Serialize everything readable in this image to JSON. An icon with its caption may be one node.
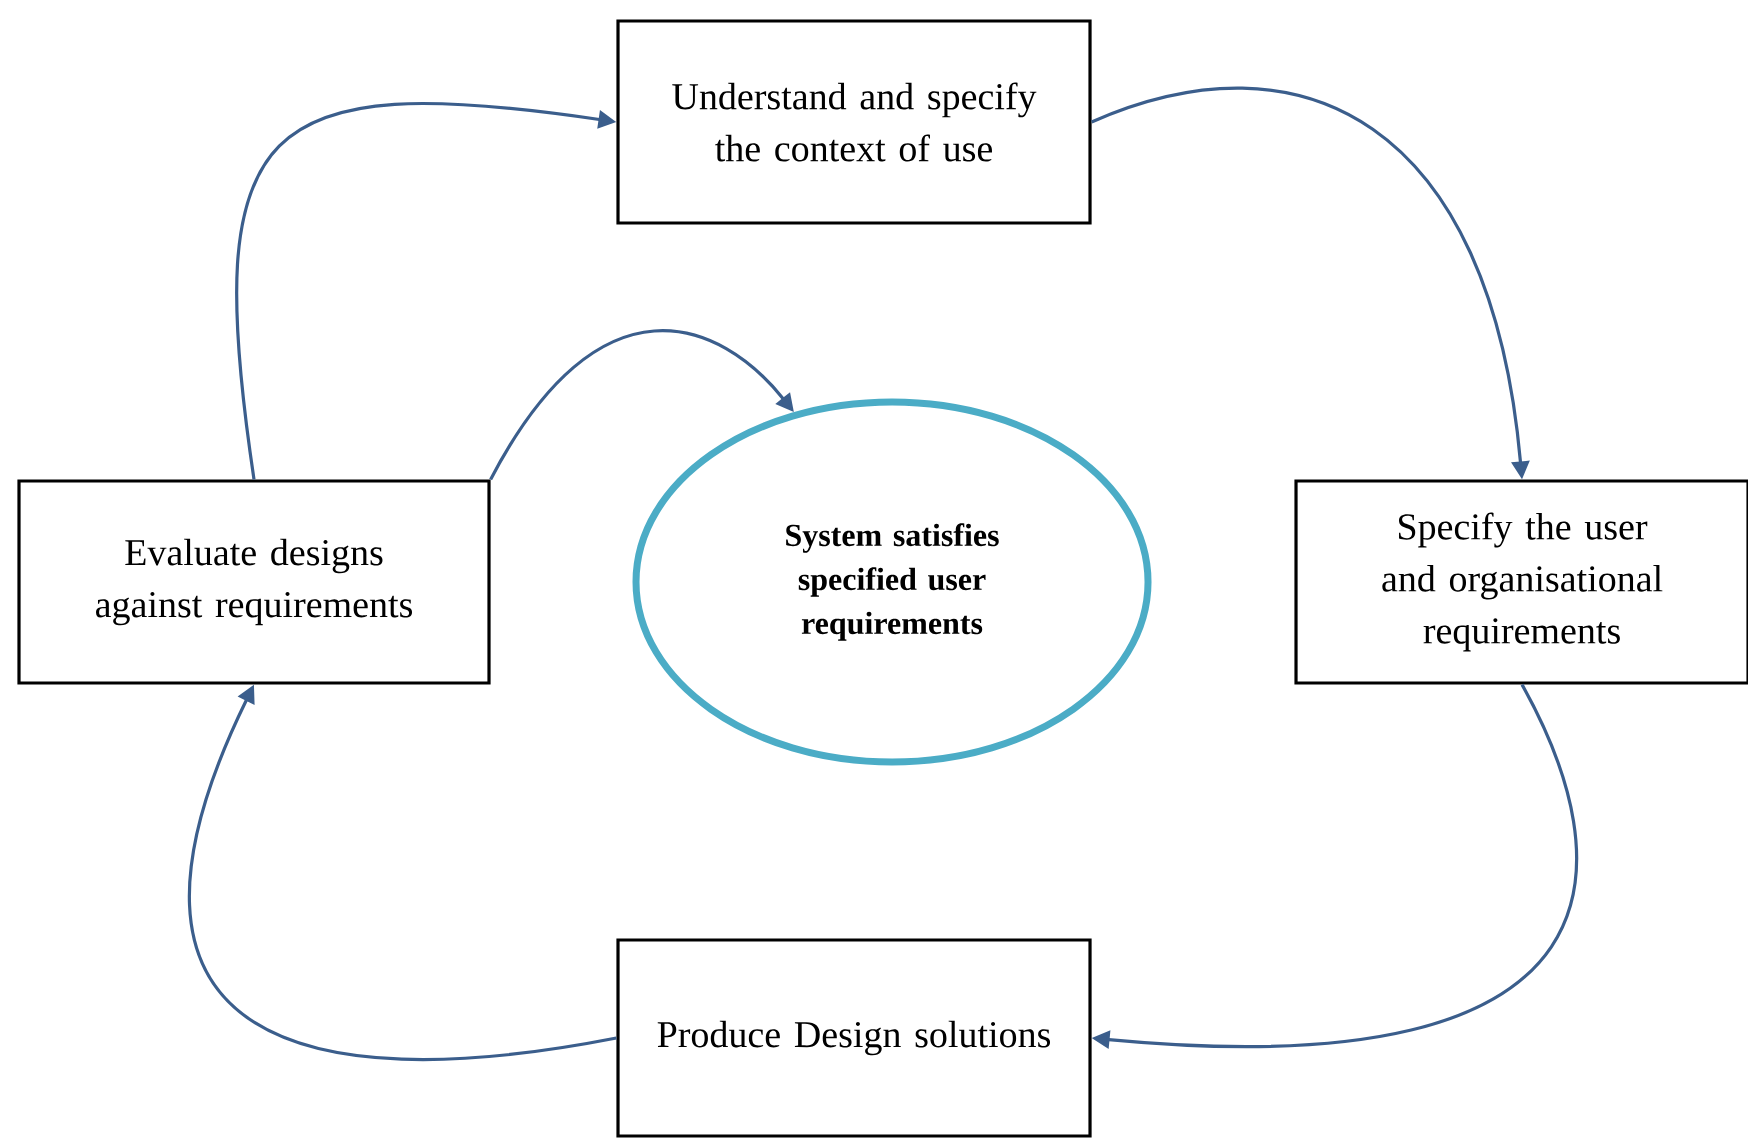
{
  "diagram": {
    "nodes": [
      {
        "text": [
          "Understand and specify the context of use"
        ]
      },
      {
        "text": [
          "Specify the user and organisational requirements"
        ]
      },
      {
        "text": [
          "Produce Design solutions"
        ]
      },
      {
        "text": [
          "Evaluate designs against requirements"
        ]
      },
      {
        "text": [
          "System satisfies specified user requirements"
        ]
      }
    ],
    "edges": [
      {
        "from": 0,
        "to": 1,
        "arrow": "to"
      },
      {
        "from": 1,
        "to": 2,
        "arrow": "to"
      },
      {
        "from": 2,
        "to": 3,
        "arrow": "to"
      },
      {
        "from": 3,
        "to": 0,
        "arrow": "to"
      },
      {
        "from": 3,
        "to": 4,
        "arrow": "to"
      }
    ]
  }
}
